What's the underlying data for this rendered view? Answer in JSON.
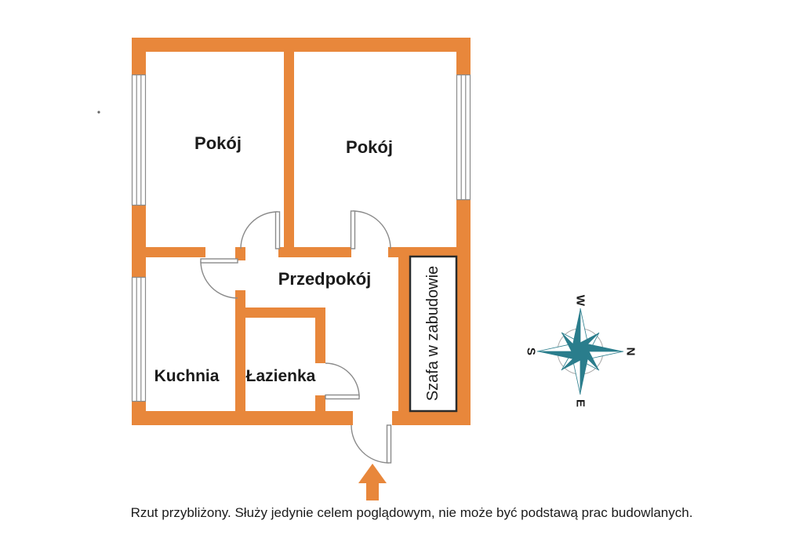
{
  "plan": {
    "room_labels": {
      "pokoj_left": "Pokój",
      "pokoj_right": "Pokój",
      "przedpokoj": "Przedpokój",
      "kuchnia": "Kuchnia",
      "lazienka": "Łazienka",
      "szafa": "Szafa w zabudowie"
    },
    "icons": {
      "compass": "compass-rose",
      "entrance": "up-arrow"
    }
  },
  "compass": {
    "w": "W",
    "n": "N",
    "e": "E",
    "s": "S"
  },
  "footer": {
    "caption": "Rzut przybliżony. Służy jedynie celem poglądowym, nie może być podstawą prac budowlanych."
  },
  "colors": {
    "wall_orange": "#e8873b",
    "compass_teal": "#2a7d8c",
    "line_gray": "#8a8a8a",
    "text_black": "#1b1b1b"
  }
}
